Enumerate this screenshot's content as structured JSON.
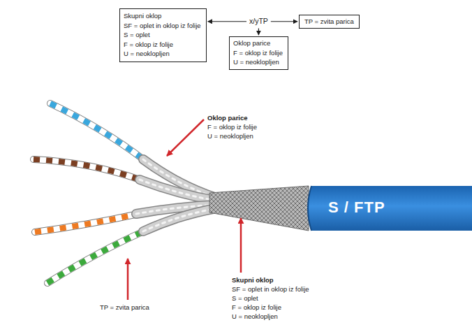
{
  "diagram": {
    "nodes": [
      {
        "text": [
          "Skupni oklop",
          "SF = oplet in oklop iz folije",
          "S = oplet",
          "F = oklop iz folije",
          "U = neoklopljen"
        ]
      },
      {
        "text": [
          "x/yTP"
        ]
      },
      {
        "text": [
          "TP = zvita parica"
        ]
      },
      {
        "text": [
          "Oklop parice",
          "F = oklop iz folije",
          "U = neoklopljen"
        ]
      }
    ],
    "edges": [
      {
        "from": 1,
        "to": 0,
        "arrow": "to"
      },
      {
        "from": 1,
        "to": 2,
        "arrow": "to"
      },
      {
        "from": 1,
        "to": 3,
        "arrow": "to"
      }
    ],
    "labels": [
      "Oklop parice",
      "F = oklop iz folije",
      "U = neoklopljen",
      "S / FTP",
      "TP = zvita parica",
      "Skupni oklop",
      "SF = oplet in oklop iz folije",
      "S = oplet",
      "F = oklop iz folije",
      "U = neoklopljen"
    ]
  }
}
